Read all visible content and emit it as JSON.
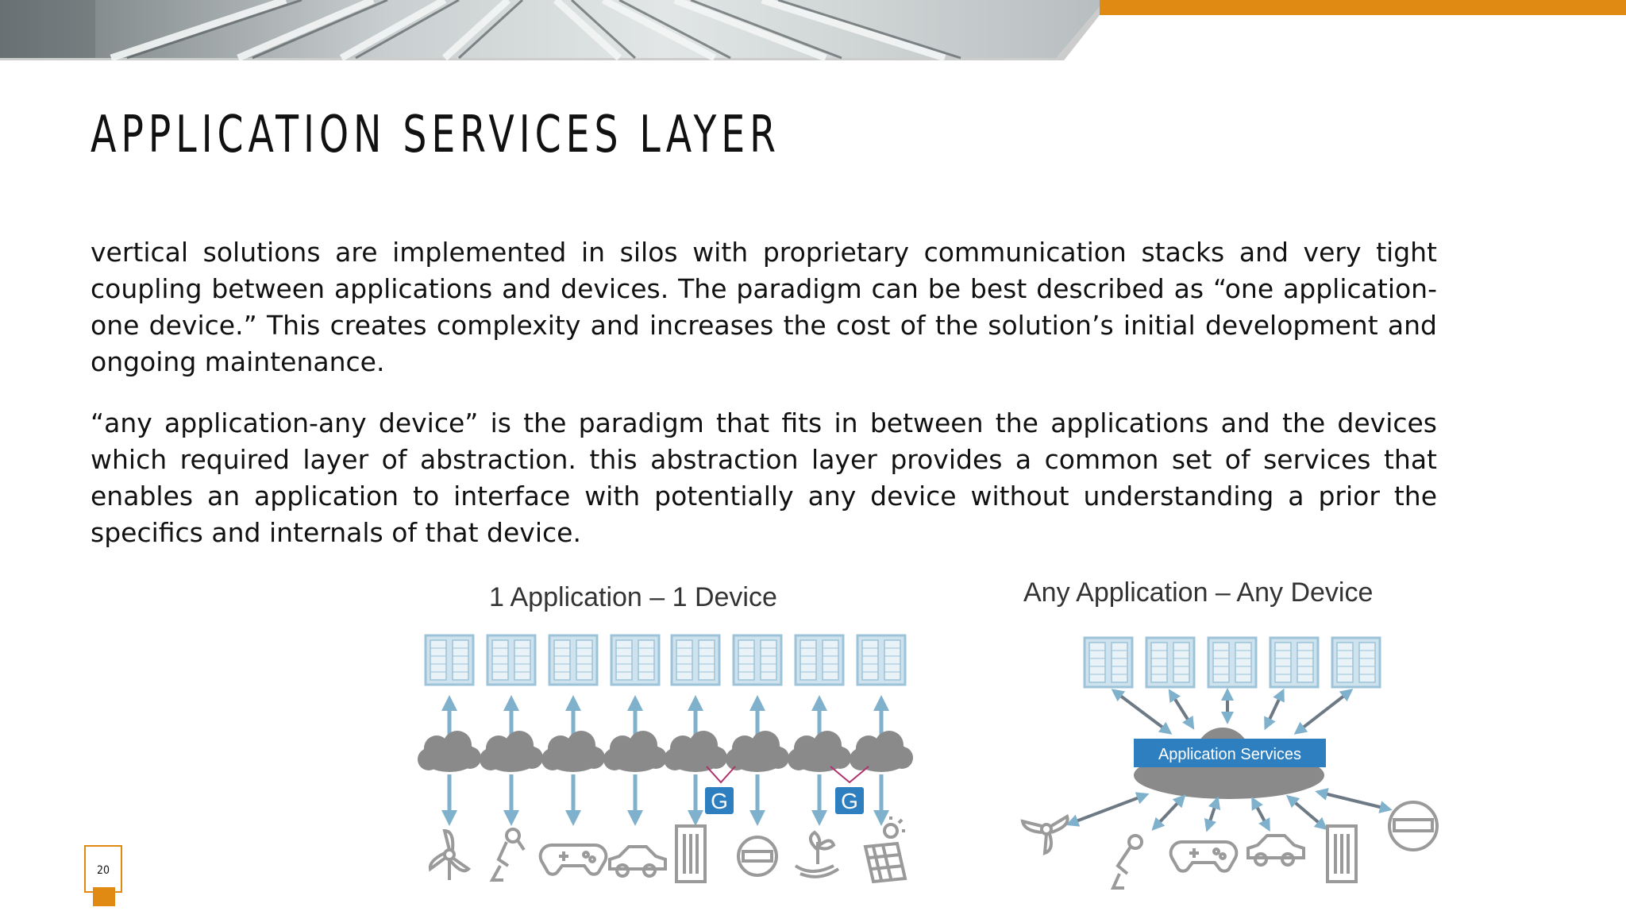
{
  "slide": {
    "title": "APPLICATION SERVICES LAYER",
    "paragraphs": [
      "vertical solutions are implemented in silos with proprietary communication stacks and very tight coupling between applications and devices. The paradigm can be best described as “one application-one device.” This creates complexity and increases the cost of the solution’s initial development and ongoing maintenance.",
      "“any application-any device” is the paradigm that fits in between the applications and the devices which required layer of abstraction. this abstraction layer provides a common set of services that enables an application to interface with potentially any device without understanding a prior the specifics and internals of that device."
    ],
    "page_number": "20"
  },
  "diagram": {
    "left_title": "1 Application – 1 Device",
    "right_title": "Any Application – Any Device",
    "service_box_label": "Application Services",
    "gateway_label": "G",
    "left_devices": [
      "wind-turbine-icon",
      "robot-arm-icon",
      "gamepad-icon",
      "car-icon",
      "building-icon",
      "meter-icon",
      "plant-hand-icon",
      "solar-panel-icon"
    ],
    "right_devices": [
      "wind-turbine-icon",
      "robot-arm-icon",
      "gamepad-icon",
      "car-icon",
      "building-icon",
      "meter-icon"
    ]
  },
  "colors": {
    "accent": "#e08a14",
    "server": "#9cc3d8",
    "arrow": "#7fb0cc",
    "cloud": "#8a8a8a",
    "service_box": "#2d7fc0",
    "gateway": "#2d7fc0",
    "device_outline": "#9a9a9a"
  }
}
